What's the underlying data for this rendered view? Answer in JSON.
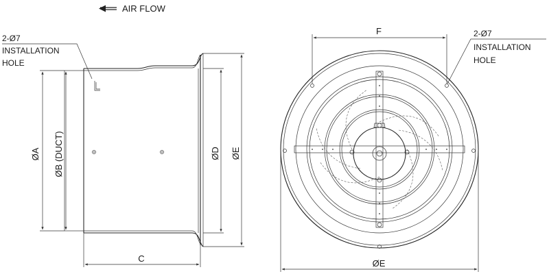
{
  "header": {
    "airflow_label": "AIR FLOW",
    "airflow_icon": "arrow-left-icon"
  },
  "side_view": {
    "note_qty": "2-Ø7",
    "note_line1": "INSTALLATION",
    "note_line2": "HOLE",
    "dim_a": "ØA",
    "dim_b": "ØB (DUCT)",
    "dim_c": "C",
    "dim_d": "ØD",
    "dim_e": "ØE"
  },
  "front_view": {
    "note_qty": "2-Ø7",
    "note_line1": "INSTALLATION",
    "note_line2": "HOLE",
    "dim_f": "F",
    "dim_e": "ØE"
  }
}
